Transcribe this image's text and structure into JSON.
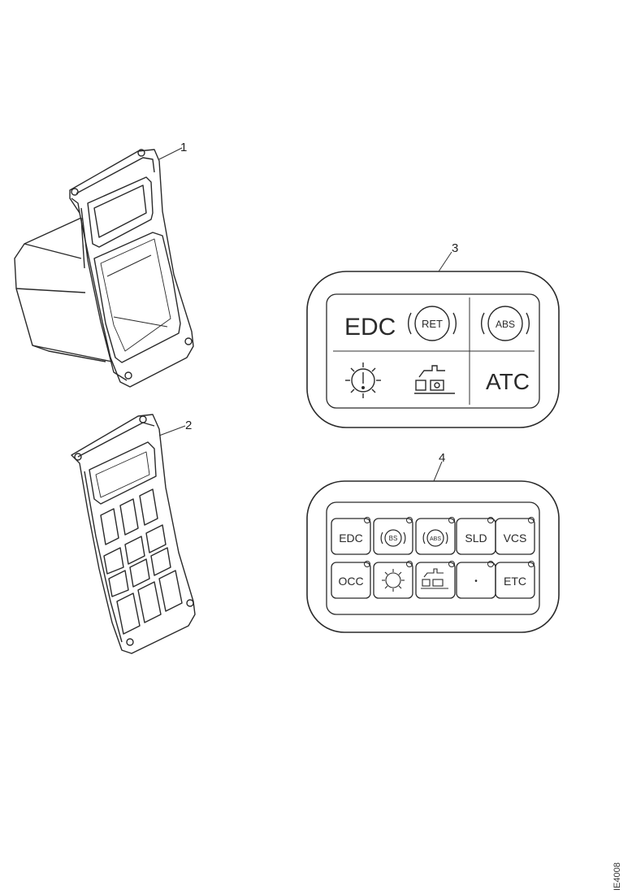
{
  "callouts": {
    "c1": "1",
    "c2": "2",
    "c3": "3",
    "c4": "4"
  },
  "panel3": {
    "edc": "EDC",
    "ret": "RET",
    "abs": "ABS",
    "atc": "ATC"
  },
  "panel4": {
    "row1": [
      "EDC",
      "BS",
      "ABS",
      "SLD",
      "VCS"
    ],
    "row2": [
      "OCC",
      "",
      "",
      "•",
      "ETC"
    ]
  },
  "reference_number": "IE4008"
}
